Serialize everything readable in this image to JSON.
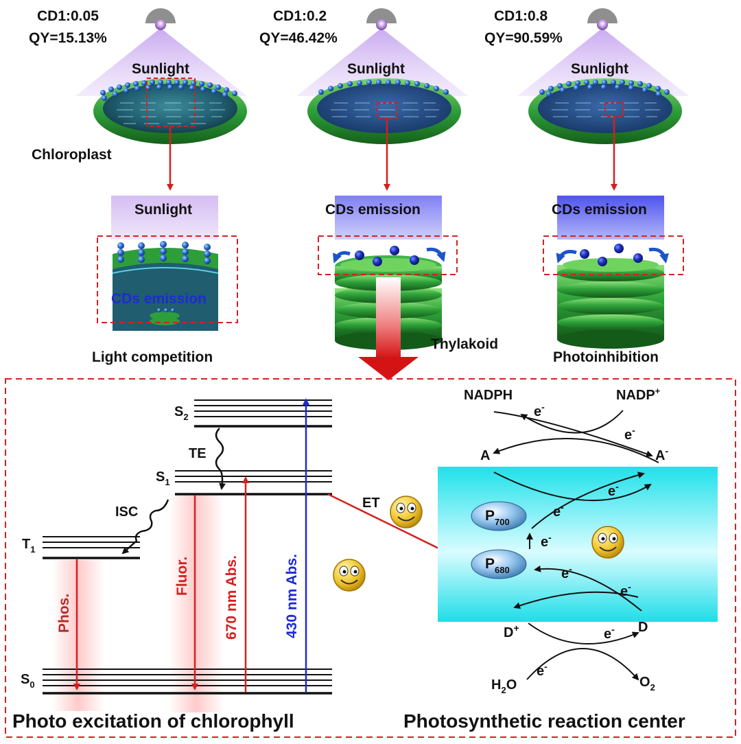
{
  "colors": {
    "green": "#2e9e3a",
    "dark_green": "#1d6b22",
    "sunlight": "#d9c2f0",
    "cd_emission": "#6e6ef2",
    "red": "#d42020",
    "blue": "#1f2bd0",
    "cyan": "#27e3ec",
    "frame": "#d42020"
  },
  "top": {
    "samples": [
      {
        "ratio": "CD1:0.05",
        "qy": "QY=15.13%",
        "sun": "Sunlight",
        "zoom_label": "Sunlight",
        "caption": "Light competition"
      },
      {
        "ratio": "CD1:0.2",
        "qy": "QY=46.42%",
        "sun": "Sunlight",
        "zoom_label": "CDs emission",
        "caption": ""
      },
      {
        "ratio": "CD1:0.8",
        "qy": "QY=90.59%",
        "sun": "Sunlight",
        "zoom_label": "CDs emission",
        "caption": "Photoinhibition"
      }
    ],
    "chloroplast_label": "Chloroplast",
    "inner_emission_label": "CDs emission",
    "thylakoid_label": "Thylakoid"
  },
  "jablonski": {
    "title": "Photo excitation of chlorophyll",
    "levels": {
      "s2": "S",
      "s2_sub": "2",
      "s1": "S",
      "s1_sub": "1",
      "t1": "T",
      "t1_sub": "1",
      "s0": "S",
      "s0_sub": "0"
    },
    "te": "TE",
    "isc": "ISC",
    "phos": "Phos.",
    "fluor": "Fluor.",
    "abs670": "670 nm Abs.",
    "abs430": "430 nm Abs.",
    "et": "ET"
  },
  "reaction": {
    "title": "Photosynthetic reaction center",
    "nadph": "NADPH",
    "nadp": "NADP",
    "nadp_sup": "+",
    "a": "A",
    "a_minus": "A",
    "minus": "-",
    "p700": "P",
    "p700_sub": "700",
    "p680": "P",
    "p680_sub": "680",
    "d_plus": "D",
    "plus": "+",
    "d": "D",
    "h2o_a": "H",
    "h2o_sub": "2",
    "h2o_b": "O",
    "o2_a": "O",
    "o2_sub": "2",
    "electron": "e"
  }
}
